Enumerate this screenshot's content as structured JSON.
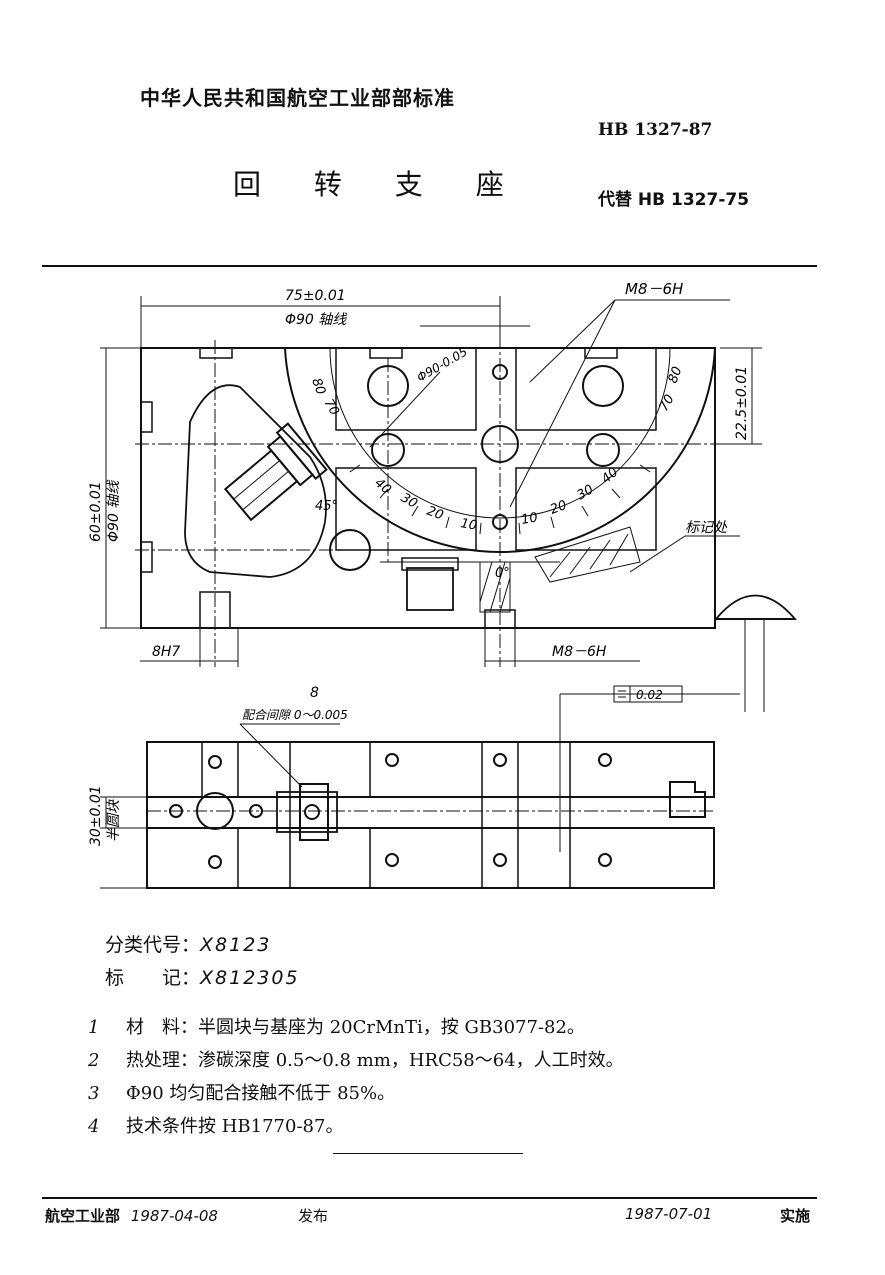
{
  "header": {
    "organization": "中华人民共和国航空工业部部标准",
    "standard_number": "HB 1327-87",
    "title": "回 转 支 座",
    "replaces": "代替 HB 1327-75"
  },
  "drawing_labels": {
    "dim_75": "75±0.01",
    "dim_90_axis_top": "Φ90 轴线",
    "dim_m8_top": "M8－6H",
    "dim_phi90_fit": "Φ90-0.05",
    "dim_22_5": "22.5±0.01",
    "dim_60": "60±0.01",
    "dim_90_axis_left": "Φ90 轴线",
    "dim_45": "45°",
    "dim_8h7": "8H7",
    "dim_m8_bottom": "M8－6H",
    "mark_location": "标记处",
    "dim_8": "8",
    "fit_clearance": "配合间隙 0～0.005",
    "flatness": "0.02",
    "dim_30": "30±0.01",
    "half_round": "半圆块",
    "scale_left": [
      "80",
      "70",
      "40",
      "30",
      "20",
      "10"
    ],
    "scale_right": [
      "80",
      "70",
      "40",
      "30",
      "20",
      "10"
    ],
    "scale_zero": "0°"
  },
  "classification": {
    "code_label": "分类代号：",
    "code_value": "X8123",
    "mark_label": "标　　记：",
    "mark_value": "X812305"
  },
  "notes": [
    {
      "num": "1",
      "text": "材　料：半圆块与基座为 20CrMnTi，按 GB3077-82。"
    },
    {
      "num": "2",
      "text": "热处理：渗碳深度 0.5～0.8 mm，HRC58～64，人工时效。"
    },
    {
      "num": "3",
      "text": "Φ90 均匀配合接触不低于 85%。"
    },
    {
      "num": "4",
      "text": "技术条件按 HB1770-87。"
    }
  ],
  "footer": {
    "issuer": "航空工业部",
    "issue_date": "1987-04-08",
    "issue_word": "发布",
    "effective_date": "1987-07-01",
    "effective_word": "实施"
  }
}
